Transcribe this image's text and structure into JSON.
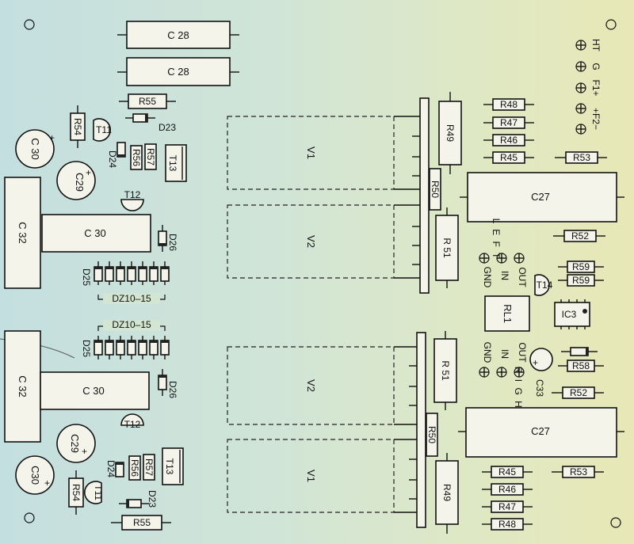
{
  "labels": {
    "c28": "C 28",
    "c30": "C 30",
    "c30b": "C30",
    "c29": "C29",
    "c32": "C 32",
    "c27": "C27",
    "c33": "C33",
    "r55": "R55",
    "r54": "R54",
    "r56": "R56",
    "r57": "R57",
    "r49": "R49",
    "r50": "R50",
    "r51": "R 51",
    "r45": "R45",
    "r46": "R46",
    "r47": "R47",
    "r48": "R48",
    "r52": "R52",
    "r53": "R53",
    "r58": "R58",
    "r59": "R59",
    "d23": "D23",
    "d24": "D24",
    "d25": "D25",
    "d26": "D26",
    "dz": "DZ10–15",
    "t11": "T11",
    "t12": "T12",
    "t13": "T13",
    "t14": "T14",
    "v1": "V1",
    "v2": "V2",
    "rl1": "RL1",
    "ic3": "IC3",
    "ht": "HT",
    "g": "G",
    "f1": "F1+",
    "f2": "+F2−",
    "out": "OUT",
    "in": "IN",
    "gnd": "GND",
    "left": "L E F T",
    "right": "R I G H T"
  }
}
